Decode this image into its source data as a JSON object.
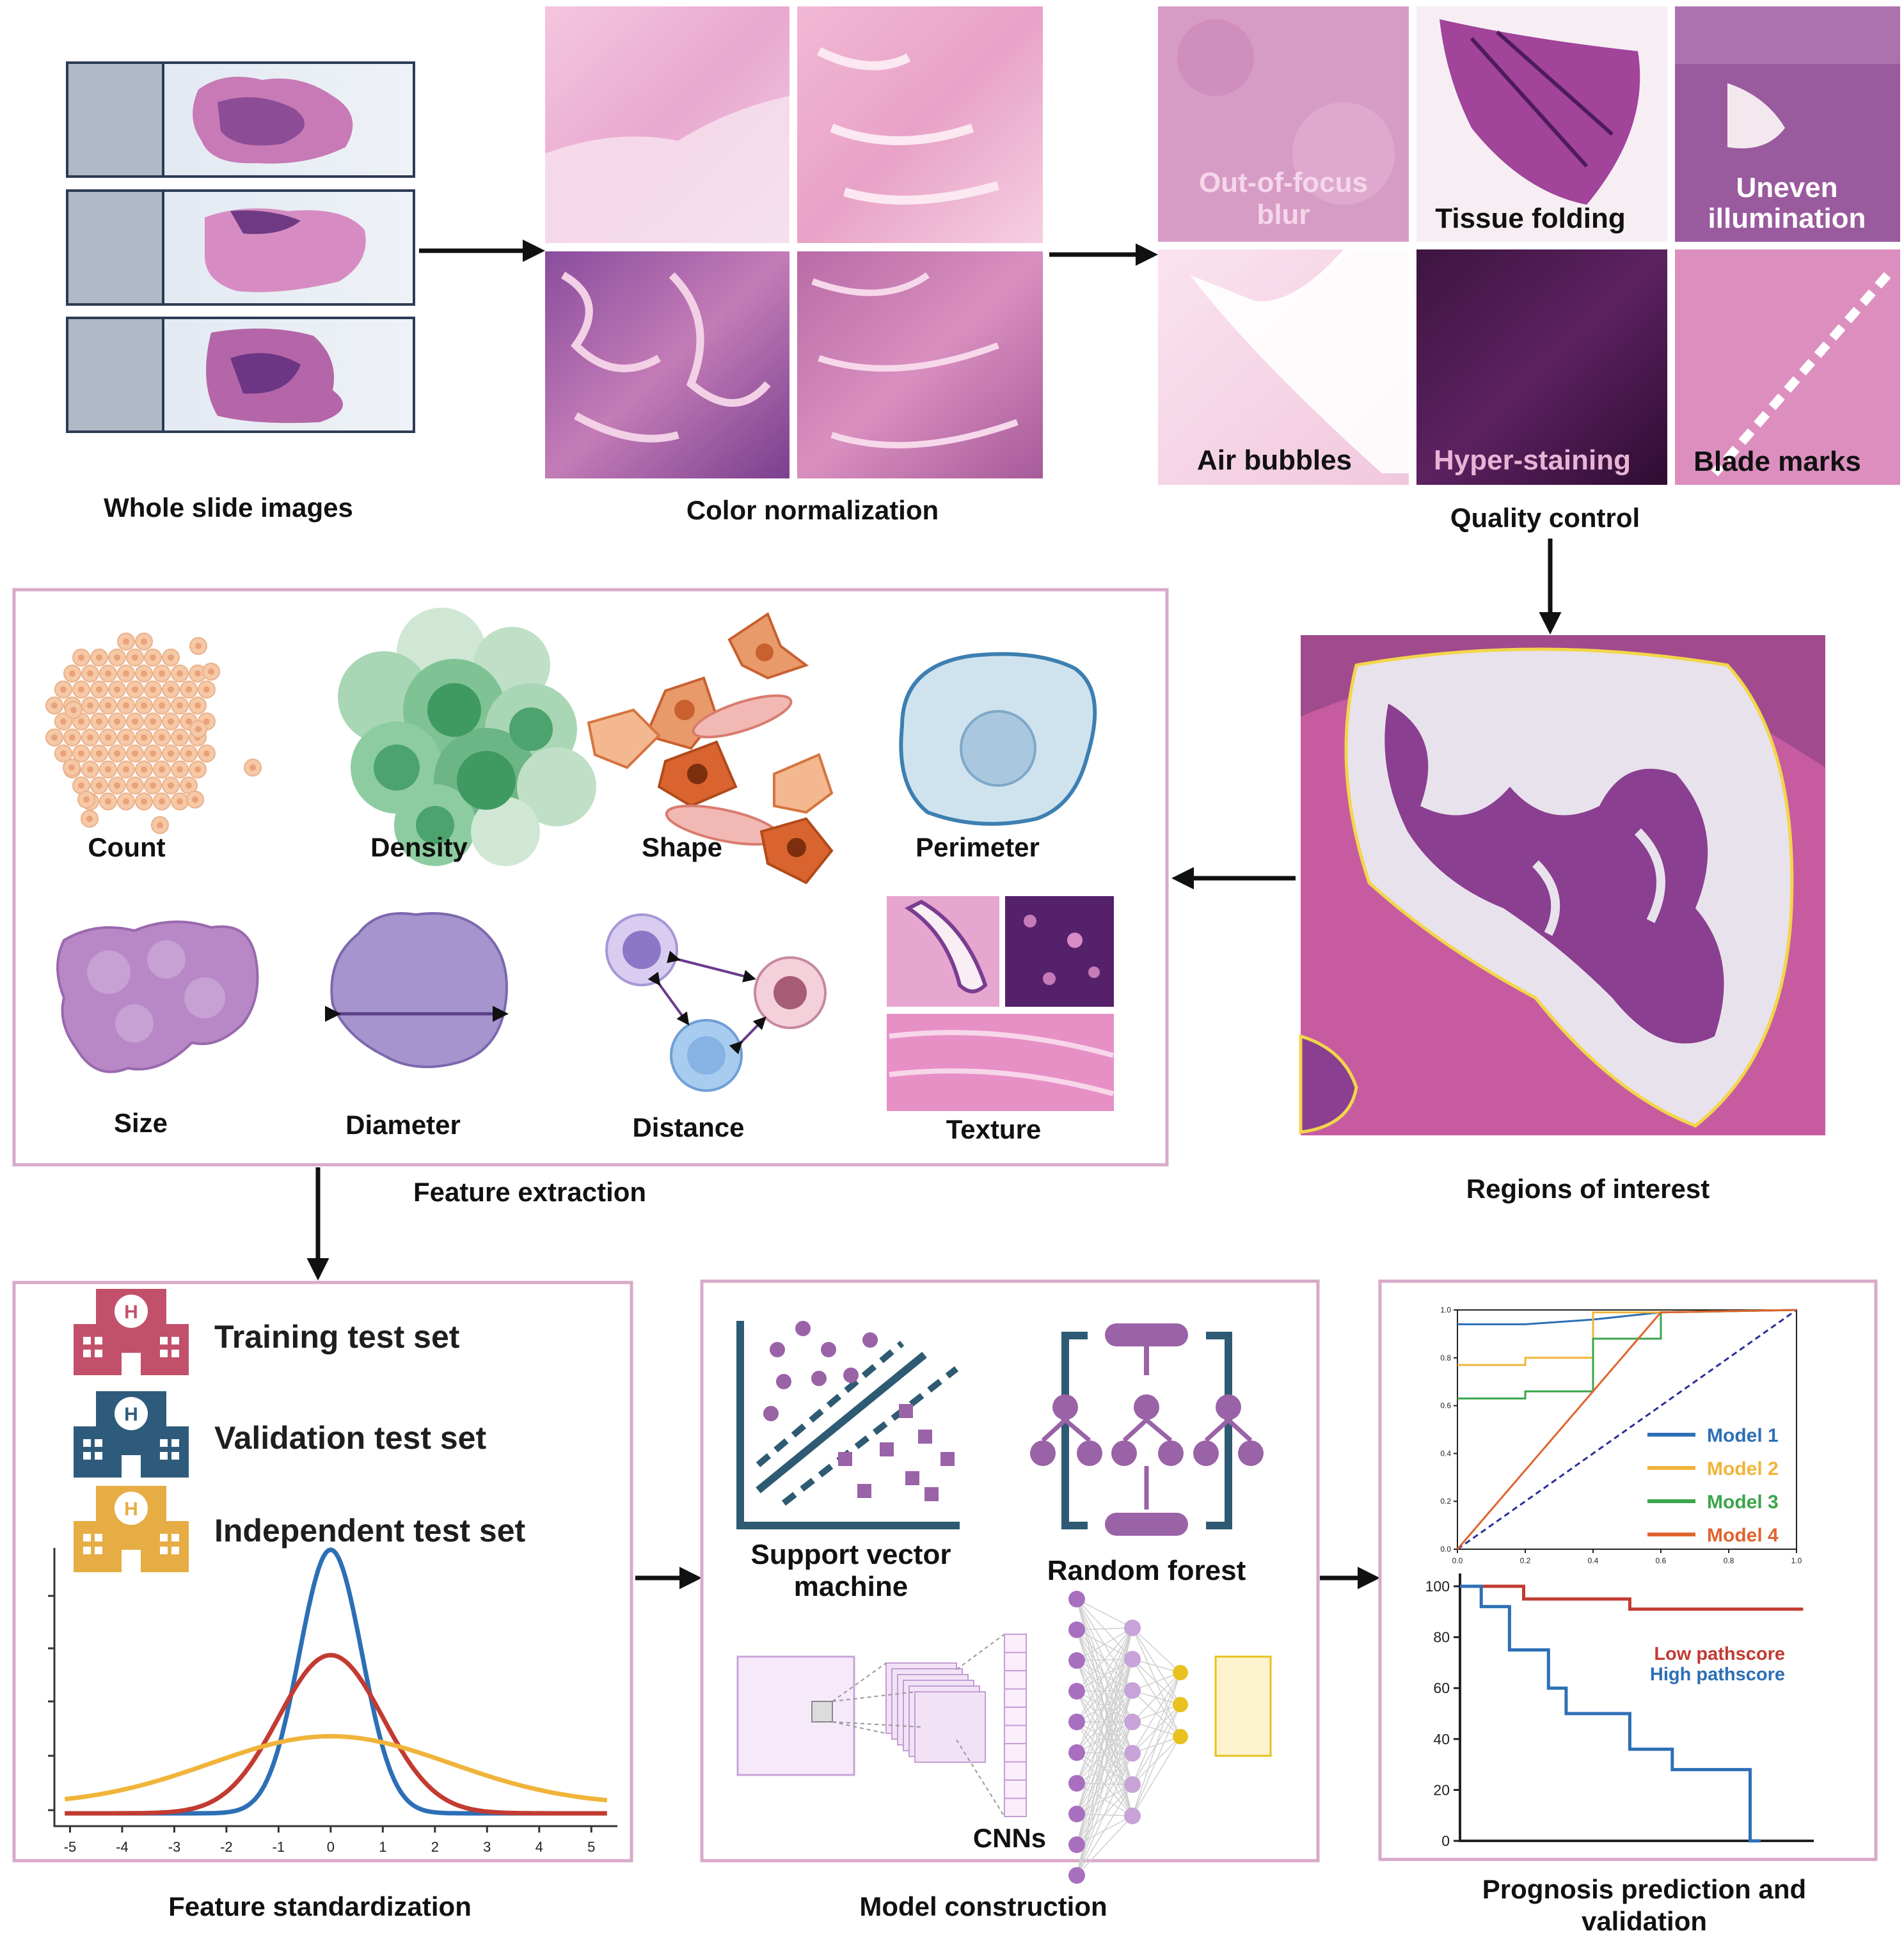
{
  "captions": {
    "wsi": "Whole slide images",
    "color_norm": "Color normalization",
    "qc": "Quality control",
    "roi": "Regions of interest",
    "feature_extraction": "Feature extraction",
    "feature_standardization": "Feature standardization",
    "model_construction": "Model construction",
    "prognosis_line1": "Prognosis prediction and",
    "prognosis_line2": "validation"
  },
  "quality_artifacts": [
    "Out-of-focus",
    "blur",
    "Tissue folding",
    "Uneven",
    "illumination",
    "Air bubbles",
    "Hyper-staining",
    "Blade marks"
  ],
  "features": [
    "Count",
    "Density",
    "Shape",
    "Perimeter",
    "Size",
    "Diameter",
    "Distance",
    "Texture"
  ],
  "datasets": [
    "Training test set",
    "Validation test set",
    "Independent test set"
  ],
  "models": {
    "svm_line1": "Support vector",
    "svm_line2": "machine",
    "rf": "Random forest",
    "cnn": "CNNs"
  },
  "colors": {
    "frame": "#d8a9c9",
    "arrow": "#111111",
    "training": "#c2506b",
    "validation": "#2e5b7c",
    "independent": "#e6ad44",
    "model_purple": "#9a62a7",
    "svm_teal": "#2e5b73"
  },
  "chart_data": [
    {
      "type": "line",
      "x": [
        -5,
        -4,
        -3,
        -2,
        -1,
        0,
        1,
        2,
        3,
        4,
        5
      ],
      "xlim": [
        -5.3,
        5.5
      ],
      "series": [
        {
          "color": "#2d6fb6",
          "sigma": 0.6
        },
        {
          "color": "#c23b32",
          "sigma": 1.0
        },
        {
          "color": "#f0b43a",
          "sigma": 2.3
        }
      ]
    },
    {
      "type": "line",
      "x_ticks": [
        "0.0",
        "0.2",
        "0.4",
        "0.6",
        "0.8",
        "1.0"
      ],
      "y_ticks": [
        "0.0",
        "0.2",
        "0.4",
        "0.6",
        "0.8",
        "1.0"
      ],
      "xlim": [
        0,
        1
      ],
      "ylim": [
        0,
        1
      ],
      "series": [
        {
          "name": "Model 1",
          "color": "#2d6fb6",
          "x": [
            0,
            0.2,
            0.4,
            0.6,
            1.0
          ],
          "y": [
            0.94,
            0.94,
            0.96,
            0.99,
            1.0
          ]
        },
        {
          "name": "Model 2",
          "color": "#f0b43a",
          "x": [
            0,
            0.2,
            0.2,
            0.4,
            0.4,
            0.6,
            1.0
          ],
          "y": [
            0.77,
            0.77,
            0.8,
            0.8,
            0.99,
            0.99,
            1.0
          ]
        },
        {
          "name": "Model 3",
          "color": "#3aa54a",
          "x": [
            0,
            0.2,
            0.2,
            0.4,
            0.4,
            0.6,
            0.6,
            1.0
          ],
          "y": [
            0.63,
            0.63,
            0.66,
            0.66,
            0.88,
            0.88,
            0.99,
            1.0
          ]
        },
        {
          "name": "Model 4",
          "color": "#e0642f",
          "x": [
            0,
            0.6,
            1.0
          ],
          "y": [
            0,
            0.99,
            1.0
          ]
        }
      ],
      "reference": {
        "x": [
          0,
          1
        ],
        "y": [
          0,
          1
        ],
        "color": "#2a2f9a"
      },
      "legend": "right"
    },
    {
      "type": "line",
      "y_ticks": [
        "0",
        "20",
        "40",
        "60",
        "80",
        "100"
      ],
      "ylim": [
        0,
        100
      ],
      "series": [
        {
          "name": "Low pathscore",
          "color": "#c23b32",
          "x": [
            0,
            0.18,
            0.18,
            0.48,
            0.48,
            0.97
          ],
          "y": [
            100,
            100,
            95,
            95,
            91,
            91
          ]
        },
        {
          "name": "High pathscore",
          "color": "#2d6fb6",
          "x": [
            0,
            0.06,
            0.06,
            0.14,
            0.14,
            0.25,
            0.25,
            0.3,
            0.3,
            0.48,
            0.48,
            0.6,
            0.6,
            0.82,
            0.82,
            0.85
          ],
          "y": [
            100,
            100,
            92,
            92,
            75,
            75,
            60,
            60,
            50,
            50,
            36,
            36,
            28,
            28,
            0,
            0
          ]
        }
      ]
    }
  ]
}
